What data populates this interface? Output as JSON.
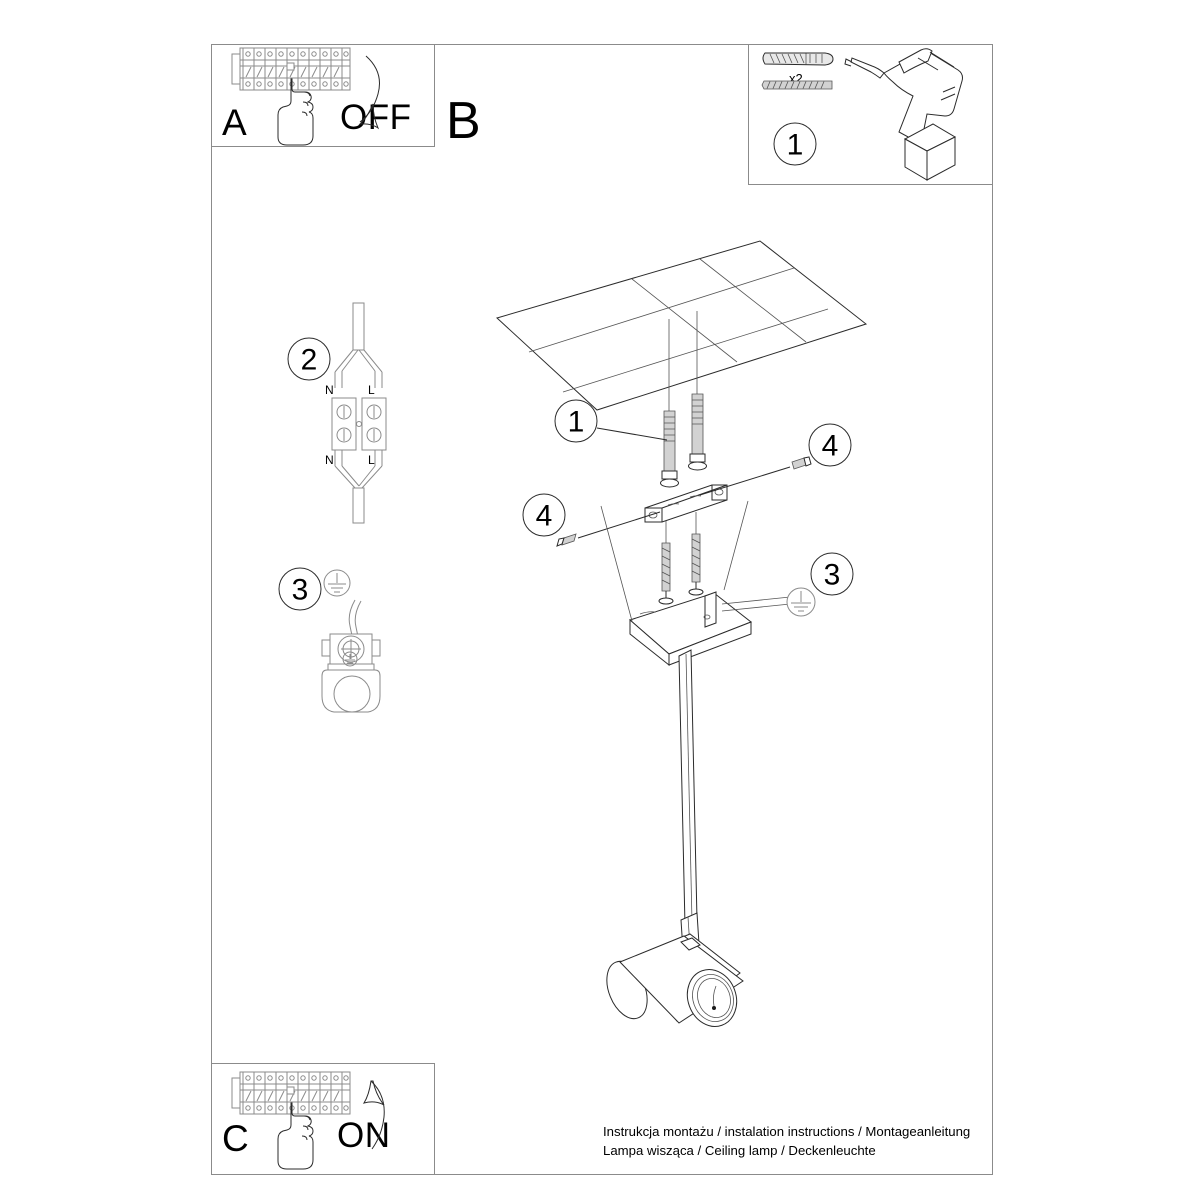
{
  "document": {
    "type": "assembly-instructions",
    "footer_line1": "Instrukcja montażu / instalation instructions / Montageanleitung",
    "footer_line2": "Lampa wisząca / Ceiling lamp / Deckenleuchte"
  },
  "panels": {
    "a": {
      "label": "A",
      "action_label": "OFF",
      "icon": "circuit-breaker-panel",
      "hand": "hand-pointing-icon",
      "arrow": "arrow-down-curved-icon"
    },
    "b": {
      "label": "B"
    },
    "c": {
      "label": "C",
      "action_label": "ON",
      "icon": "circuit-breaker-panel",
      "hand": "hand-pointing-icon",
      "arrow": "arrow-up-curved-icon"
    },
    "parts": {
      "step_number": "1",
      "quantity_label": "x2",
      "items": [
        "wall-plug-icon",
        "screw-icon",
        "power-drill-icon"
      ]
    }
  },
  "steps": [
    {
      "number": "2",
      "name": "terminal-block-wiring",
      "terminals": {
        "top_left": "N",
        "top_right": "L",
        "bottom_left": "N",
        "bottom_right": "L"
      }
    },
    {
      "number": "3",
      "name": "earth-ground-connection",
      "symbol": "earth-ground-icon"
    }
  ],
  "callouts": [
    {
      "number": "1",
      "name": "callout-wall-plug"
    },
    {
      "number": "4",
      "name": "callout-set-screw-left"
    },
    {
      "number": "4",
      "name": "callout-set-screw-right"
    },
    {
      "number": "3",
      "name": "callout-earth-ground",
      "symbol": "earth-ground-icon"
    }
  ],
  "assembly": {
    "name": "ceiling-lamp-exploded-view",
    "components": [
      "ceiling-surface",
      "wall-plug",
      "mounting-bracket",
      "wood-screw",
      "canopy-plate",
      "rod",
      "cylinder-spot-head"
    ]
  },
  "colors": {
    "line": "#2b2b2b",
    "frame": "#8b8b8b",
    "background": "#ffffff"
  }
}
